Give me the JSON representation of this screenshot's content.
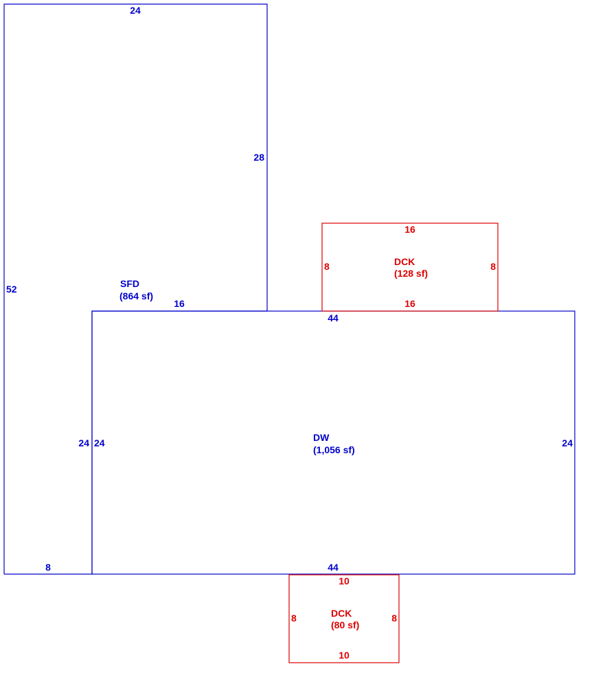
{
  "colors": {
    "structure": "#0000cc",
    "deck": "#dd0000",
    "background": "#ffffff"
  },
  "areas": {
    "sfd": {
      "code": "SFD",
      "area": "(864 sf)",
      "dims": {
        "top": "24",
        "right_upper": "28",
        "left": "52",
        "right_lower_step": "16",
        "bottom": "8",
        "inner_right": "24"
      }
    },
    "dw": {
      "code": "DW",
      "area": "(1,056 sf)",
      "dims": {
        "top": "44",
        "left": "24",
        "right": "24",
        "bottom": "44"
      }
    },
    "deck_top": {
      "code": "DCK",
      "area": "(128 sf)",
      "dims": {
        "top": "16",
        "left": "8",
        "right": "8",
        "bottom": "16"
      }
    },
    "deck_bottom": {
      "code": "DCK",
      "area": "(80 sf)",
      "dims": {
        "top": "10",
        "left": "8",
        "right": "8",
        "bottom": "10"
      }
    }
  }
}
